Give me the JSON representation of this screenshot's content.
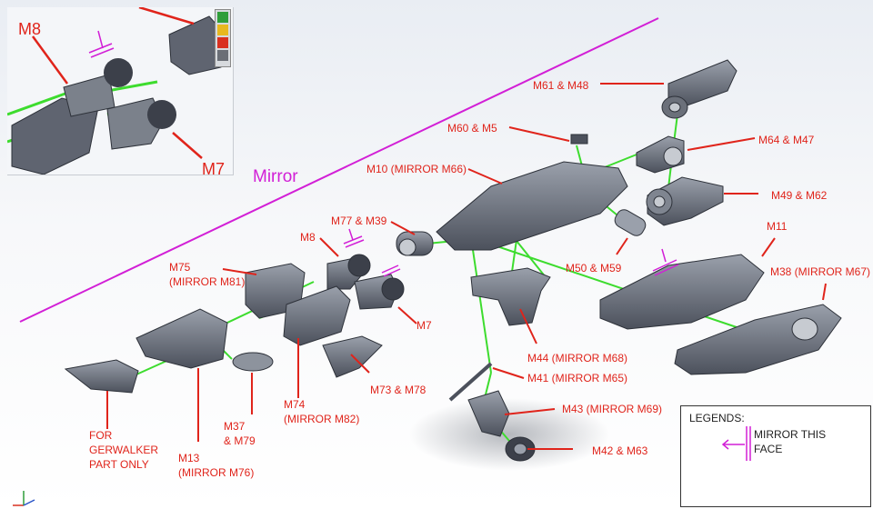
{
  "inset": {
    "labels": {
      "m8": "M8",
      "m7": "M7"
    }
  },
  "mirror_plane_label": "Mirror",
  "part_labels": {
    "m61_m48": "M61 & M48",
    "m60_m5": "M60 & M5",
    "m64_m47": "M64 & M47",
    "m10": "M10 (MIRROR M66)",
    "m49_m62": "M49 & M62",
    "m77_m39": "M77 & M39",
    "m8": "M8",
    "m11": "M11",
    "m38": "M38 (MIRROR M67)",
    "m75_line1": "M75",
    "m75_line2": "(MIRROR M81)",
    "m50_m59": "M50 & M59",
    "m7": "M7",
    "m44": "M44 (MIRROR M68)",
    "m41": "M41 (MIRROR M65)",
    "m73_m78": "M73 & M78",
    "m74_line1": "M74",
    "m74_line2": "(MIRROR M82)",
    "m43": "M43 (MIRROR M69)",
    "m42_m63": "M42 & M63",
    "m37_line1": "M37",
    "m37_line2": "& M79",
    "gerwalker_line1": "FOR",
    "gerwalker_line2": "GERWALKER",
    "gerwalker_line3": "PART ONLY",
    "m13_line1": "M13",
    "m13_line2": "(MIRROR M76)"
  },
  "legend": {
    "title": "LEGENDS:",
    "line1": "MIRROR THIS",
    "line2": "FACE"
  },
  "colors": {
    "label_red": "#e0241b",
    "mirror_magenta": "#d21fd6",
    "assembly_green": "#3ddc2e",
    "part_gray": "#5f6470"
  }
}
